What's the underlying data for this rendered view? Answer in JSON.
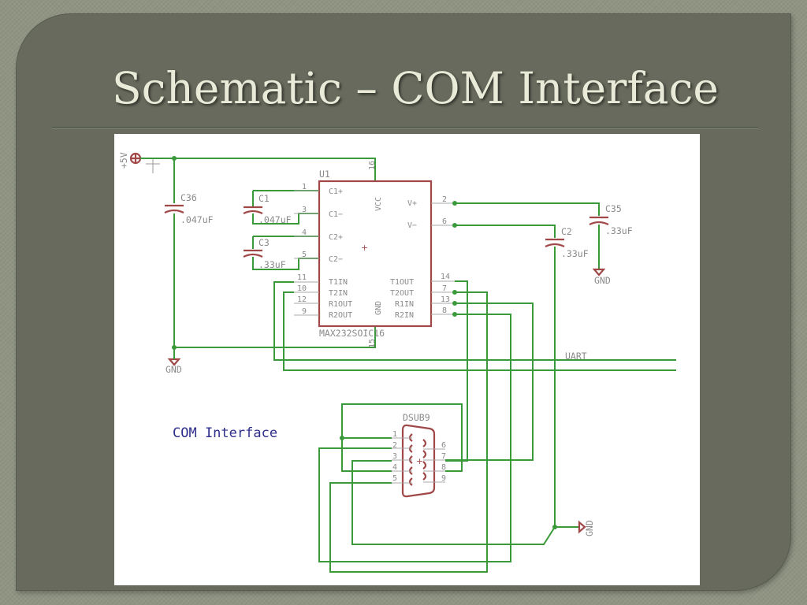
{
  "slide": {
    "title": "Schematic – COM Interface"
  },
  "schematic": {
    "net_labels": {
      "power": "+5V",
      "gnd_left": "GND",
      "gnd_c35": "GND",
      "gnd_dsub": "GND",
      "uart": "UART",
      "note": "COM Interface"
    },
    "chip": {
      "ref": "U1",
      "part": "MAX232SOIC16",
      "left_pins": [
        {
          "num": "1",
          "name": "C1+"
        },
        {
          "num": "3",
          "name": "C1−"
        },
        {
          "num": "4",
          "name": "C2+"
        },
        {
          "num": "5",
          "name": "C2−"
        },
        {
          "num": "11",
          "name": "T1IN"
        },
        {
          "num": "10",
          "name": "T2IN"
        },
        {
          "num": "12",
          "name": "R1OUT"
        },
        {
          "num": "9",
          "name": "R2OUT"
        }
      ],
      "right_pins": [
        {
          "num": "2",
          "name": "V+"
        },
        {
          "num": "6",
          "name": "V−"
        },
        {
          "num": "14",
          "name": "T1OUT"
        },
        {
          "num": "7",
          "name": "T2OUT"
        },
        {
          "num": "13",
          "name": "R1IN"
        },
        {
          "num": "8",
          "name": "R2IN"
        }
      ],
      "vcc_label": "VCC",
      "vcc_pin": "16",
      "gnd_label": "GND",
      "gnd_pin": "15"
    },
    "capacitors": [
      {
        "ref": "C36",
        "value": ".047uF"
      },
      {
        "ref": "C1",
        "value": ".047uF"
      },
      {
        "ref": "C3",
        "value": ".33uF"
      },
      {
        "ref": "C2",
        "value": ".33uF"
      },
      {
        "ref": "C35",
        "value": ".33uF"
      }
    ],
    "connector": {
      "ref": "DSUB9",
      "left_pins": [
        "1",
        "2",
        "3",
        "4",
        "5"
      ],
      "right_pins": [
        "6",
        "7",
        "8",
        "9"
      ]
    }
  }
}
